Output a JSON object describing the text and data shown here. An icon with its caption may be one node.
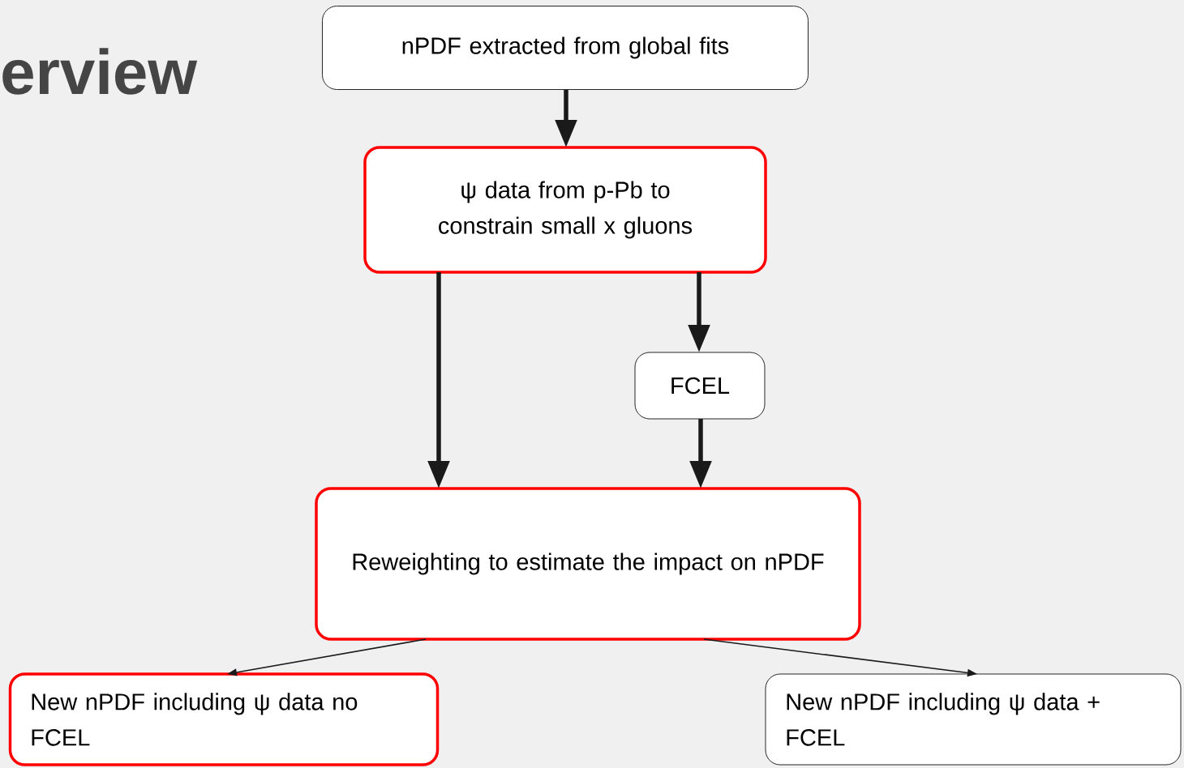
{
  "diagram": {
    "title": "erview",
    "nodes": [
      {
        "text": [
          "nPDF extracted from global fits"
        ]
      },
      {
        "text": [
          "ψ data from p-Pb to constrain small x gluons"
        ]
      },
      {
        "text": [
          "FCEL"
        ]
      },
      {
        "text": [
          "Reweighting to estimate the impact on nPDF"
        ]
      },
      {
        "text": [
          "New nPDF including ψ data no FCEL"
        ]
      },
      {
        "text": [
          "New nPDF including ψ data + FCEL"
        ]
      }
    ],
    "edges": [
      {
        "from": 0,
        "to": 1,
        "arrow": "to"
      },
      {
        "from": 1,
        "to": 3,
        "arrow": "to"
      },
      {
        "from": 1,
        "to": 2,
        "arrow": "to"
      },
      {
        "from": 2,
        "to": 3,
        "arrow": "to"
      },
      {
        "from": 3,
        "to": 4,
        "arrow": "to"
      },
      {
        "from": 3,
        "to": 5,
        "arrow": "to"
      }
    ]
  }
}
